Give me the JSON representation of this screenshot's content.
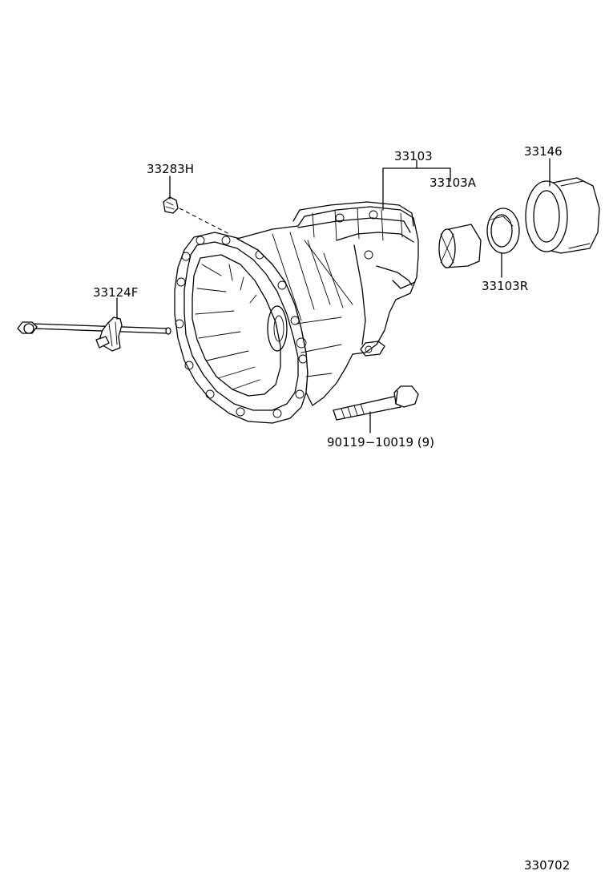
{
  "parts": [
    {
      "id": "p1",
      "label": "33103"
    },
    {
      "id": "p2",
      "label": "33103A"
    },
    {
      "id": "p3",
      "label": "33146"
    },
    {
      "id": "p4",
      "label": "33283H"
    },
    {
      "id": "p5",
      "label": "33124F"
    },
    {
      "id": "p6",
      "label": "33103R"
    },
    {
      "id": "p7",
      "label": "90119−10019 (9)"
    }
  ],
  "figure_number": "330702"
}
